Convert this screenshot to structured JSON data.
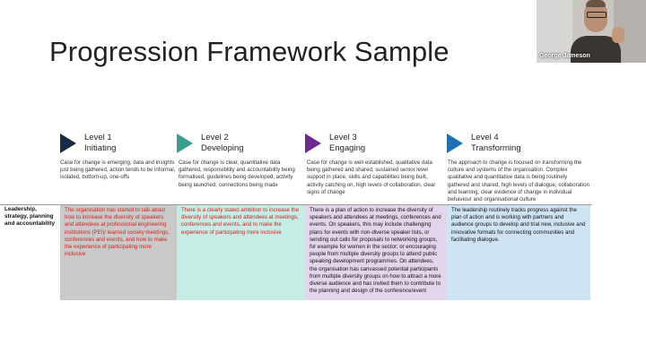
{
  "slide": {
    "title": "Progression Framework Sample"
  },
  "webcam": {
    "participant_name": "George Jameson"
  },
  "levels": [
    {
      "line1": "Level 1",
      "line2": "Initiating",
      "color": "#1c2b45",
      "description": "Case for change is emerging, data and insights just being gathered, action tends to be informal, isolated, bottom-up, one-offs"
    },
    {
      "line1": "Level 2",
      "line2": "Developing",
      "color": "#3a9e8e",
      "description": "Case for change is clear, quantitative data gathered, responsibility and accountability being formalised, guidelines being developed, activity being launched, connections being made"
    },
    {
      "line1": "Level 3",
      "line2": "Engaging",
      "color": "#6a2b8a",
      "description": "Case for change is well established, qualitative data being gathered and shared, sustained senior level support in place, skills and capabilities being built, activity catching on, high levels of collaboration, clear signs of change"
    },
    {
      "line1": "Level 4",
      "line2": "Transforming",
      "color": "#1f6fb5",
      "description": "The approach to change is focused on transforming the culture and systems of the organisation. Complex qualitative and quantitative data is being routinely gathered and shared, high levels of dialogue, collaboration and learning, clear evidence of change in individual behaviour and organisational culture"
    }
  ],
  "row": {
    "label": "Leadership, strategy, planning and accountability",
    "cells": [
      "The organisation has started to talk about how to increase the diversity of speakers and attendees at professional engineering institutions (PEI)/ learned society meetings, conferences and events, and how to make the experience of participating more inclusive",
      "There is a clearly stated ambition to increase the diversity of speakers and attendees at meetings, conferences and events, and to make the experience of participating more inclusive",
      "There is a plan of action to increase the diversity of speakers and attendees at meetings, conferences and events. On speakers, this may include challenging plans for events with non-diverse speaker lists, or sending out calls for proposals to networking groups, for example for women in the sector; or encouraging people from multiple diversity groups to attend public speaking development programmes. On attendees, the organisation has canvassed potential participants from multiple diversity groups on how to attract a more diverse audience and has invited them to contribute to the planning and design of the conference/event",
      "The leadership routinely tracks progress against the plan of action and is working with partners and audience groups to develop and trial new, inclusive and innovative formats for connecting communities and facilitating dialogue."
    ]
  }
}
